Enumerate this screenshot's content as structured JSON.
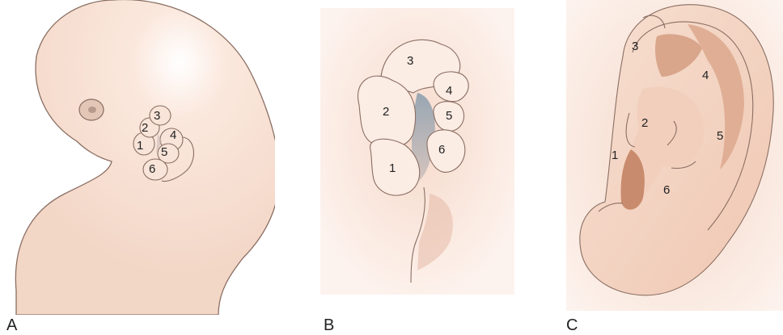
{
  "panels": [
    {
      "label": "A",
      "hillock_numbers": [
        "1",
        "2",
        "3",
        "4",
        "5",
        "6"
      ]
    },
    {
      "label": "B",
      "hillock_numbers": [
        "1",
        "2",
        "3",
        "4",
        "5",
        "6"
      ]
    },
    {
      "label": "C",
      "hillock_numbers": [
        "1",
        "2",
        "3",
        "4",
        "5",
        "6"
      ]
    }
  ],
  "colors": {
    "skin": "#f5dccf",
    "skin_shadow": "#e8bfa9",
    "outline": "#8a6e62",
    "groove": "#a7b1ba",
    "concha": "#c98b6d"
  }
}
